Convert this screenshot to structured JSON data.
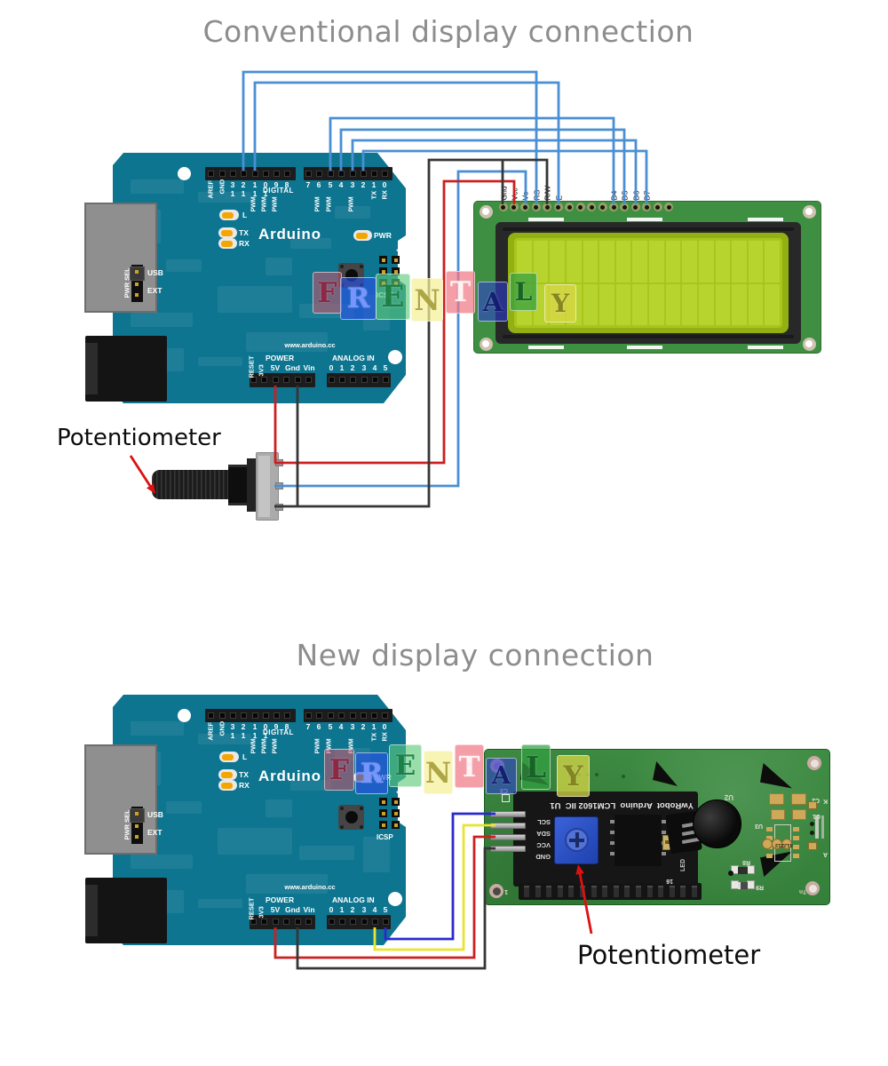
{
  "titles": {
    "diagram1": "Conventional display connection",
    "diagram2": "New display connection"
  },
  "labels": {
    "potentiometer1": "Potentiometer",
    "potentiometer2": "Potentiometer"
  },
  "colors": {
    "board_teal": "#0e7590",
    "lcd_pcb_green": "#3f8f42",
    "lcd_screen": "#a9c51d",
    "module_pcb_green": "#3d8b42",
    "wire_blue": "#4a8fd4",
    "wire_dark_blue": "#2a2ad0",
    "wire_red": "#cc2020",
    "wire_black": "#363636",
    "wire_yellow": "#e8e430",
    "arrow_red": "#dd1111",
    "title_gray": "#8d8d8d",
    "led_orange": "#f5a500"
  },
  "arduino": {
    "brand": "Arduino",
    "url": "www.arduino.cc",
    "digital_label": "DIGITAL",
    "aref": "AREF",
    "gnd_rot": "GND",
    "top_left_digits": [
      "3",
      "2",
      "1",
      "0",
      "9",
      "8"
    ],
    "top_left_digits_row2": [
      "1",
      "1",
      "1",
      "1"
    ],
    "top_right_digits": [
      "7",
      "6",
      "5",
      "4",
      "3",
      "2",
      "1",
      "0"
    ],
    "tx": "TX",
    "rx": "RX",
    "pwm": "PWM",
    "led_l": "L",
    "led_tx": "TX",
    "led_rx": "RX",
    "led_pwr": "PWR",
    "pwr_sel": "PWR SEL",
    "usb": "USB",
    "ext": "EXT",
    "icsp": "ICSP",
    "icsp_pin1": "1",
    "reset_rot": "RESET",
    "v33_rot": "3V3",
    "power_label": "POWER",
    "power_pins": [
      "5V",
      "Gnd",
      "Vin"
    ],
    "analog_label": "ANALOG IN",
    "analog_digits": [
      "0",
      "1",
      "2",
      "3",
      "4",
      "5"
    ]
  },
  "lcd": {
    "pin_labels": [
      "Gnd",
      "Vcc",
      "Vo",
      "RS",
      "R/W",
      "E",
      "",
      "",
      "",
      "",
      "D4",
      "D5",
      "D6",
      "D7",
      "",
      ""
    ],
    "cols": 16,
    "rows": 2
  },
  "module": {
    "silk_line": "YwRobot  Arduino  LCM1602 IIC  U1",
    "pin_labels": [
      "SCL",
      "SDA",
      "VCC",
      "GND"
    ],
    "marks": {
      "c3": "C3",
      "r1": "R1",
      "u2": "U2",
      "u3": "U3",
      "c1": "C1",
      "c2": "C2",
      "r8": "R8",
      "r9": "R9",
      "led": "LED",
      "k": "K",
      "a": "A",
      "tn": "Tn",
      "n16": "16",
      "n1": "1",
      "gold": "41J213"
    }
  },
  "watermark": {
    "letters": [
      "F",
      "R",
      "E",
      "N",
      "T",
      "A",
      "L",
      "Y"
    ],
    "bg": [
      "rgba(222,80,100,0.50)",
      "rgba(40,80,230,0.62)",
      "rgba(90,200,120,0.62)",
      "rgba(245,240,150,0.72)",
      "rgba(240,120,135,0.72)",
      "rgba(45,60,210,0.58)",
      "rgba(50,160,65,0.72)",
      "rgba(215,215,70,0.75)"
    ],
    "fg": [
      "rgba(140,20,50,0.85)",
      "rgba(120,150,255,0.95)",
      "rgba(20,120,60,0.90)",
      "rgba(170,160,60,0.95)",
      "rgba(255,246,246,0.95)",
      "rgba(15,25,110,0.95)",
      "rgba(17,95,35,0.95)",
      "rgba(128,128,28,0.95)"
    ]
  }
}
